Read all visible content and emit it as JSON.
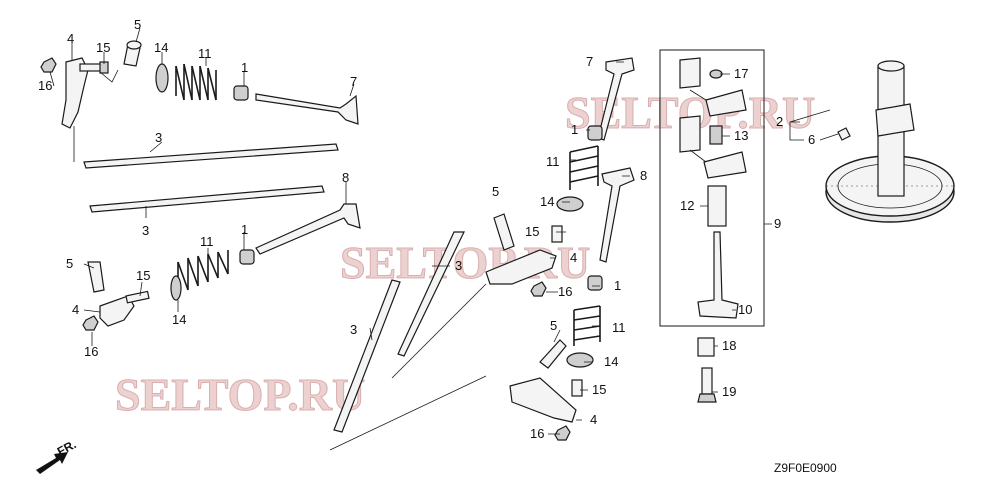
{
  "diagram": {
    "drawing_code": "Z9F0E0900",
    "direction_label": "FR.",
    "watermark": "SELTOP.RU",
    "callouts": {
      "c1a": "1",
      "c1b": "1",
      "c1c": "1",
      "c1d": "1",
      "c2": "2",
      "c3a": "3",
      "c3b": "3",
      "c3c": "3",
      "c3d": "3",
      "c4a": "4",
      "c4b": "4",
      "c4c": "4",
      "c4d": "4",
      "c5a": "5",
      "c5b": "5",
      "c5c": "5",
      "c5d": "5",
      "c6": "6",
      "c7a": "7",
      "c7b": "7",
      "c8a": "8",
      "c8b": "8",
      "c9": "9",
      "c10": "10",
      "c11a": "11",
      "c11b": "11",
      "c11c": "11",
      "c11d": "11",
      "c12": "12",
      "c13": "13",
      "c14a": "14",
      "c14b": "14",
      "c14c": "14",
      "c14d": "14",
      "c15a": "15",
      "c15b": "15",
      "c15c": "15",
      "c15d": "15",
      "c16a": "16",
      "c16b": "16",
      "c16c": "16",
      "c16d": "16",
      "c17": "17",
      "c18": "18",
      "c19": "19"
    }
  }
}
